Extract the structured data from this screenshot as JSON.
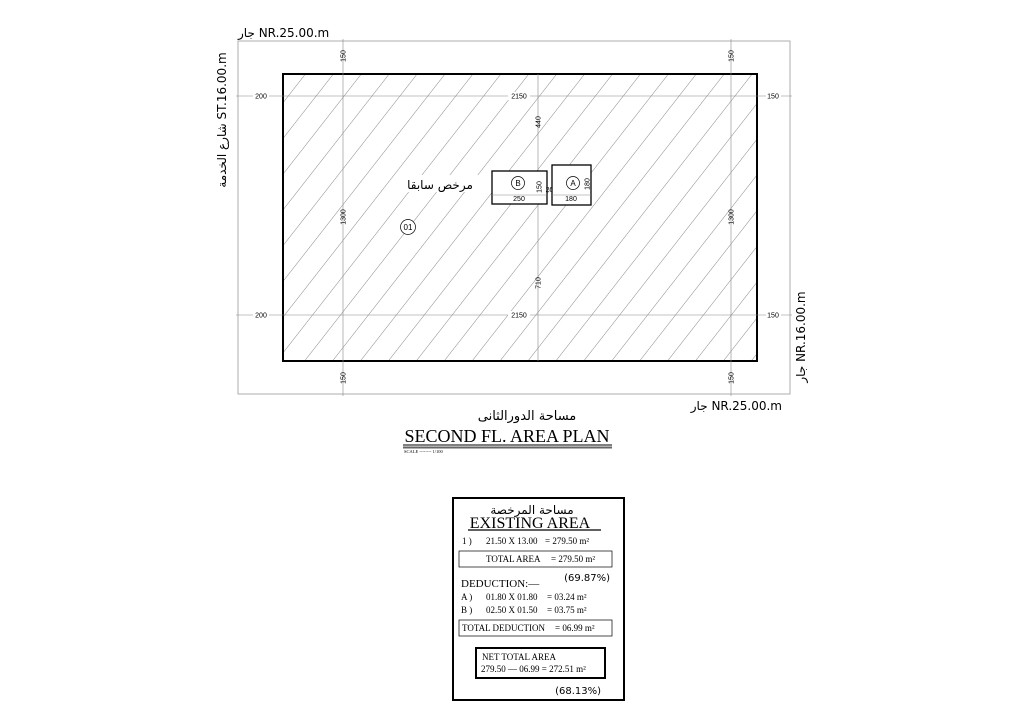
{
  "plan": {
    "top_neighbor": "جار NR.25.00.m",
    "bottom_neighbor": "جار NR.25.00.m",
    "left_street": "شارع الخدمة ST.16.00.m",
    "right_neighbor": "جار NR.16.00.m",
    "dims": {
      "left_offset": "200",
      "span": "2150",
      "right_offset": "150",
      "top_offset": "150",
      "bottom_offset": "150",
      "height": "1300",
      "upper_mid": "440",
      "lower_mid": "710",
      "b_width": "250",
      "b_height": "150",
      "gap": "20",
      "a_width": "180",
      "a_height": "180"
    },
    "label_licensed": "مرخص سابقا",
    "unit_tag": "01",
    "opening_b": "B",
    "opening_a": "A"
  },
  "title": {
    "arabic": "مساحة الدورالثانى",
    "english": "SECOND FL. AREA PLAN",
    "scale": "SCALE -------- 1/100"
  },
  "table": {
    "arabic_title": "مساحة المرخصة",
    "title": "EXISTING AREA",
    "row1_index": "1  )",
    "row1_calc": "21.50  X 13.00",
    "row1_result": "= 279.50  m²",
    "total_area_label": "TOTAL  AREA",
    "total_area_value": "= 279.50  m²",
    "total_percent": "(69.87%)",
    "deduction_label": "DEDUCTION:—",
    "ded_a_index": "A  )",
    "ded_a_calc": "01.80  X 01.80",
    "ded_a_result": "=    03.24  m²",
    "ded_b_index": "B  )",
    "ded_b_calc": "02.50  X 01.50",
    "ded_b_result": "=    03.75  m²",
    "total_deduction_label": "TOTAL  DEDUCTION",
    "total_deduction_value": "=     06.99  m²",
    "net_label": "NET  TOTAL  AREA",
    "net_calc": "279.50  — 06.99 = 272.51  m²",
    "net_percent": "(68.13%)"
  }
}
